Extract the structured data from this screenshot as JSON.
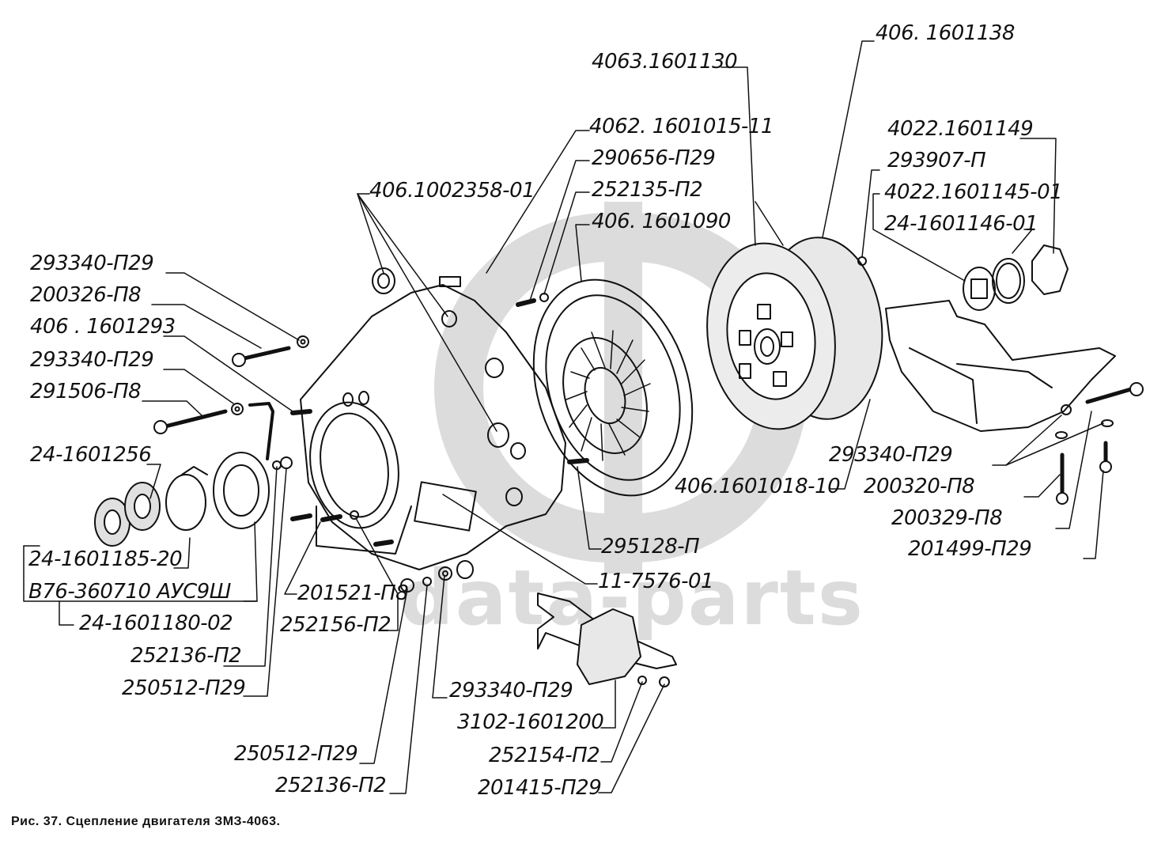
{
  "watermark": {
    "logo_text": "gp",
    "text": "data-parts",
    "color": "#dcdcdc"
  },
  "caption": "Рис. 37. Сцепление двигателя ЗМЗ-4063.",
  "labels": {
    "l_293340_p29_a": "293340-П29",
    "l_200326_p8": "200326-П8",
    "l_406_1601293": "406 . 1601293",
    "l_293340_p29_b": "293340-П29",
    "l_291506_p8": "291506-П8",
    "l_24_1601256": "24-1601256",
    "l_24_1601185_20": "24-1601185-20",
    "l_b76_360710": "В76-360710 АУС9Ш",
    "l_24_1601180_02": "24-1601180-02",
    "l_252136_p2_a": "252136-П2",
    "l_250512_p29_a": "250512-П29",
    "l_201521_p8": "201521-П8",
    "l_252156_p2": "252156-П2",
    "l_250512_p29_b": "250512-П29",
    "l_252136_p2_b": "252136-П2",
    "l_293340_p29_c": "293340-П29",
    "l_3102_1601200": "3102-1601200",
    "l_252154_p2": "252154-П2",
    "l_201415_p29": "201415-П29",
    "l_406_1002358_01": "406.1002358-01",
    "l_4062_1601015_11": "4062. 1601015-11",
    "l_290656_p29": "290656-П29",
    "l_252135_p2": "252135-П2",
    "l_406_1601090": "406. 1601090",
    "l_4063_1601130": "4063.1601130",
    "l_406_1601138": "406. 1601138",
    "l_4022_1601149": "4022.1601149",
    "l_293907_p": "293907-П",
    "l_4022_1601145_01": "4022.1601145-01",
    "l_24_1601146_01": "24-1601146-01",
    "l_406_1601018_10": "406.1601018-10",
    "l_295128_p": "295128-П",
    "l_11_7576_01": "11-7576-01",
    "l_293340_p29_d": "293340-П29",
    "l_200320_p8": "200320-П8",
    "l_200329_p8": "200329-П8",
    "l_201499_p29": "201499-П29"
  }
}
